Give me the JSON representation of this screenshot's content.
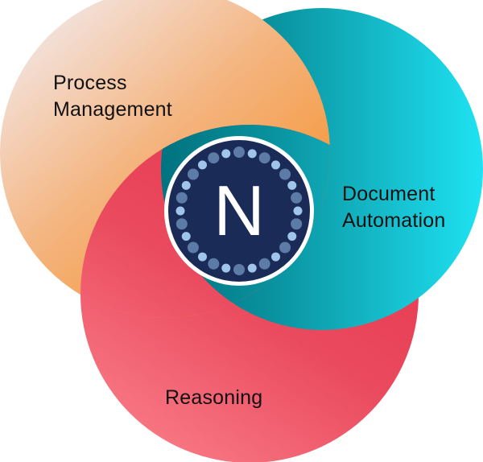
{
  "diagram": {
    "type": "overlapping-circles-pinwheel",
    "center_logo": {
      "letter": "N",
      "background_color": "#1b2b57",
      "ring_color": "#ffffff",
      "dot_colors": [
        "#9fc5ea",
        "#5c7ba6"
      ],
      "dot_count": 28
    },
    "segments": [
      {
        "id": "process",
        "label_line1": "Process",
        "label_line2": "Management",
        "gradient": [
          "#f3e0da",
          "#f59a3c"
        ]
      },
      {
        "id": "document",
        "label_line1": "Document",
        "label_line2": "Automation",
        "gradient": [
          "#007f8a",
          "#1ee0f0"
        ]
      },
      {
        "id": "reasoning",
        "label_line1": "Reasoning",
        "label_line2": "",
        "gradient": [
          "#e63950",
          "#f6727f"
        ]
      }
    ]
  }
}
